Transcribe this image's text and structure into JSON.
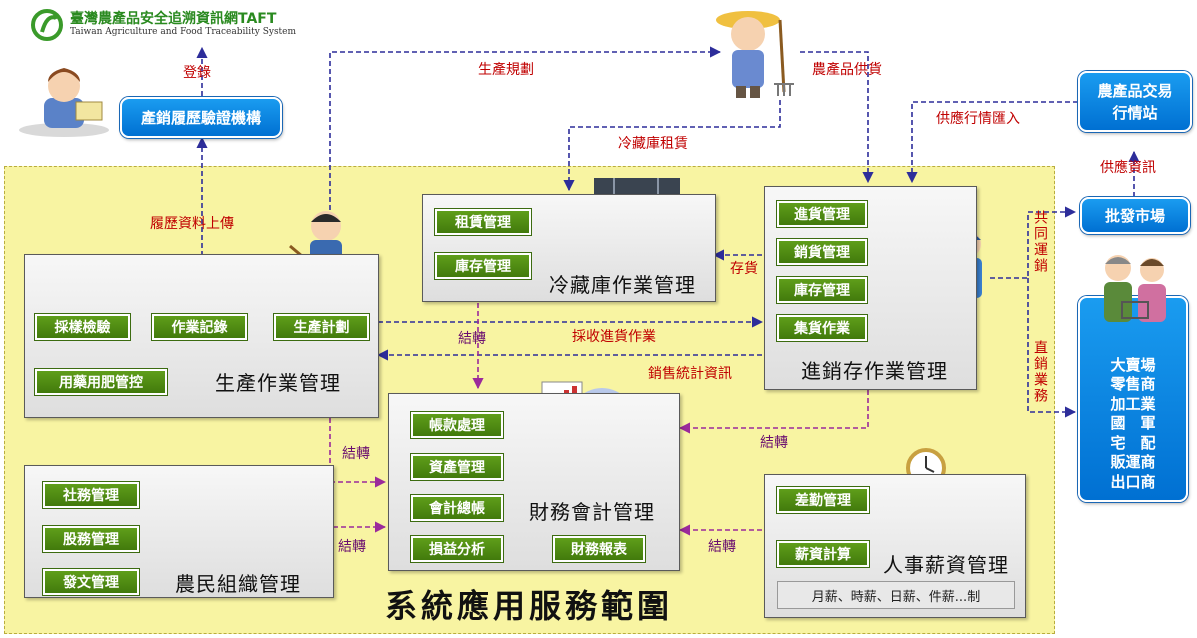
{
  "logo": {
    "title": "臺灣農產品安全追溯資訊網TAFT",
    "subtitle": "Taiwan Agriculture and Food Traceability System"
  },
  "external": {
    "cert_org": "產銷履歷驗證機構",
    "trade_info_site": "農產品交易行情站",
    "wholesale_market": "批發市場",
    "buyers": [
      "大賣場",
      "零售商",
      "加工業",
      "國　軍",
      "宅　配",
      "販運商",
      "出口商"
    ]
  },
  "labels": {
    "register": "登錄",
    "production_plan": "生產規劃",
    "produce_supply": "農產品供貨",
    "cold_storage_rent": "冷藏庫租賃",
    "supply_info_import": "供應行情匯入",
    "supply_info": "供應資訊",
    "history_upload": "履歷資料上傳",
    "store_goods": "存貨",
    "joint_sales": "共同運銷",
    "direct_sales": "直銷業務",
    "transfer_1": "結轉",
    "purchase_receive": "採收進貨作業",
    "sales_stats": "銷售統計資訊",
    "transfer_2": "結轉",
    "transfer_3": "結轉",
    "transfer_4": "結轉",
    "transfer_5": "結轉"
  },
  "panels": {
    "production": {
      "title": "生產作業管理",
      "items": [
        "採樣檢驗",
        "作業記錄",
        "生產計劃",
        "用藥用肥管控"
      ]
    },
    "cold_storage": {
      "title": "冷藏庫作業管理",
      "items": [
        "租賃管理",
        "庫存管理"
      ]
    },
    "inventory": {
      "title": "進銷存作業管理",
      "items": [
        "進貨管理",
        "銷貨管理",
        "庫存管理",
        "集貨作業"
      ]
    },
    "finance": {
      "title": "財務會計管理",
      "items": [
        "帳款處理",
        "資產管理",
        "會計總帳",
        "損益分析",
        "財務報表"
      ]
    },
    "farmers_org": {
      "title": "農民組織管理",
      "items": [
        "社務管理",
        "股務管理",
        "發文管理"
      ]
    },
    "hr": {
      "title": "人事薪資管理",
      "items": [
        "差勤管理",
        "薪資計算"
      ],
      "note": "月薪、時薪、日薪、件薪...制"
    }
  },
  "scope_title": "系統應用服務範圍",
  "colors": {
    "scope_bg": "#f8f4a2",
    "green_button": "#4f8a14",
    "blue_box": "#0a84e0",
    "arrow_blue": "#2d2d9a",
    "arrow_purple": "#9b2a9b",
    "label_red": "#c00000"
  }
}
